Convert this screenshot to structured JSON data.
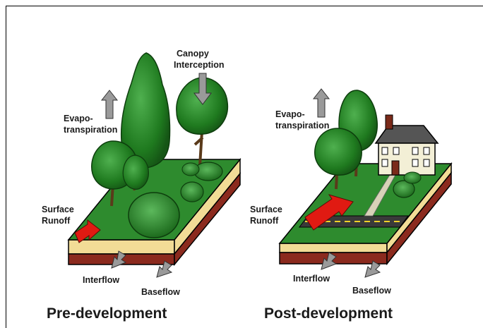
{
  "pre": {
    "evapo_line1": "Evapo-",
    "evapo_line2": "transpiration",
    "canopy_line1": "Canopy",
    "canopy_line2": "Interception",
    "surface_line1": "Surface",
    "surface_line2": "Runoff",
    "interflow": "Interflow",
    "baseflow": "Baseflow",
    "caption": "Pre-development"
  },
  "post": {
    "evapo_line1": "Evapo-",
    "evapo_line2": "transpiration",
    "surface_line1": "Surface",
    "surface_line2": "Runoff",
    "interflow": "Interflow",
    "baseflow": "Baseflow",
    "caption": "Post-development"
  },
  "colors": {
    "grass": "#2e8b2e",
    "soil_top": "#f2dc96",
    "soil_bottom": "#8b2a1e",
    "tree_dark": "#1f6b1f",
    "tree_light": "#3fa03f",
    "runoff_arrow": "#e01a12",
    "flow_arrow": "#9a9a9a",
    "road": "#3a3a3a",
    "road_line": "#f2d02a"
  }
}
